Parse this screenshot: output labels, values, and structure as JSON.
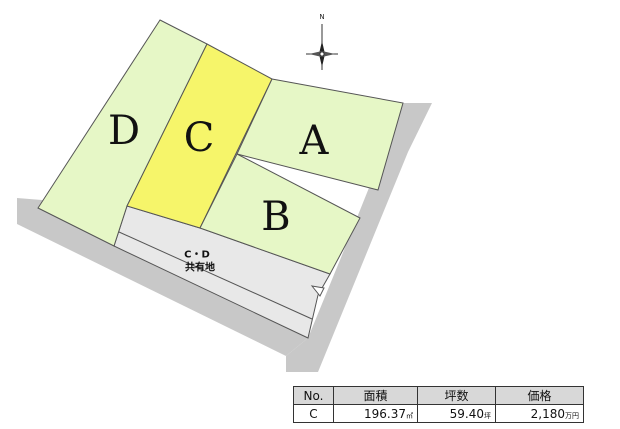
{
  "lots": {
    "a": {
      "label": "A",
      "color": "#e6f7c6"
    },
    "b": {
      "label": "B",
      "color": "#e6f7c6"
    },
    "c": {
      "label": "C",
      "color": "#f6f56a"
    },
    "d": {
      "label": "D",
      "color": "#e6f7c6"
    }
  },
  "shared_land": {
    "line1": "C・D",
    "line2": "共有地",
    "color": "#e8e8e8"
  },
  "road_color": "#c8c8c8",
  "compass": {
    "north_label": "N"
  },
  "table": {
    "headers": {
      "no": "No.",
      "area": "面積",
      "tsubo": "坪数",
      "price": "価格"
    },
    "row": {
      "no": "C",
      "area": "196.37",
      "area_unit": "㎡",
      "tsubo": "59.40",
      "tsubo_unit": "坪",
      "price": "2,180",
      "price_unit": "万円"
    }
  }
}
